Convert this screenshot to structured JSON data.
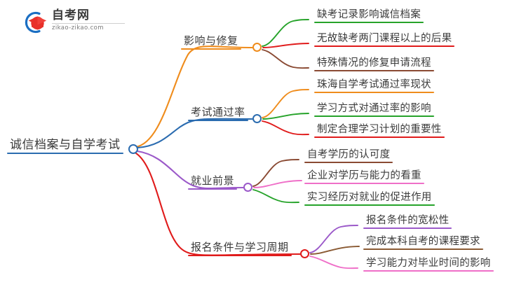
{
  "logo": {
    "name": "自考网",
    "url": "zikao-zikao.com",
    "mark_icon": "graduation-cap-icon",
    "arc_color": "#1b6ec2",
    "cap_color": "#e8302a"
  },
  "mindmap": {
    "root": {
      "label": "诚信档案与自学考试",
      "color": "#2b6cb0"
    },
    "branches": [
      {
        "label": "影响与修复",
        "color": "#ef8c1c",
        "children": [
          {
            "label": "缺考记录影响诚信档案",
            "color": "#26a32a"
          },
          {
            "label": "无故缺考两门课程以上的后果",
            "color": "#e01b1b"
          },
          {
            "label": "特殊情况的修复申请流程",
            "color": "#8a4a33"
          }
        ]
      },
      {
        "label": "考试通过率",
        "color": "#2b6cb0",
        "children": [
          {
            "label": "珠海自学考试通过率现状",
            "color": "#ef8c1c"
          },
          {
            "label": "学习方式对通过率的影响",
            "color": "#26a32a"
          },
          {
            "label": "制定合理学习计划的重要性",
            "color": "#e01b1b"
          }
        ]
      },
      {
        "label": "就业前景",
        "color": "#9b59c9",
        "children": [
          {
            "label": "自考学历的认可度",
            "color": "#8a4a33"
          },
          {
            "label": "企业对学历与能力的看重",
            "color": "#ef6fc8"
          },
          {
            "label": "实习经历对就业的促进作用",
            "color": "#26a32a"
          }
        ]
      },
      {
        "label": "报名条件与学习周期",
        "color": "#e01b1b",
        "children": [
          {
            "label": "报名条件的宽松性",
            "color": "#9b59c9"
          },
          {
            "label": "完成本科自考的课程要求",
            "color": "#8a5a33"
          },
          {
            "label": "学习能力对毕业时间的影响",
            "color": "#ef6fc8"
          }
        ]
      }
    ]
  }
}
